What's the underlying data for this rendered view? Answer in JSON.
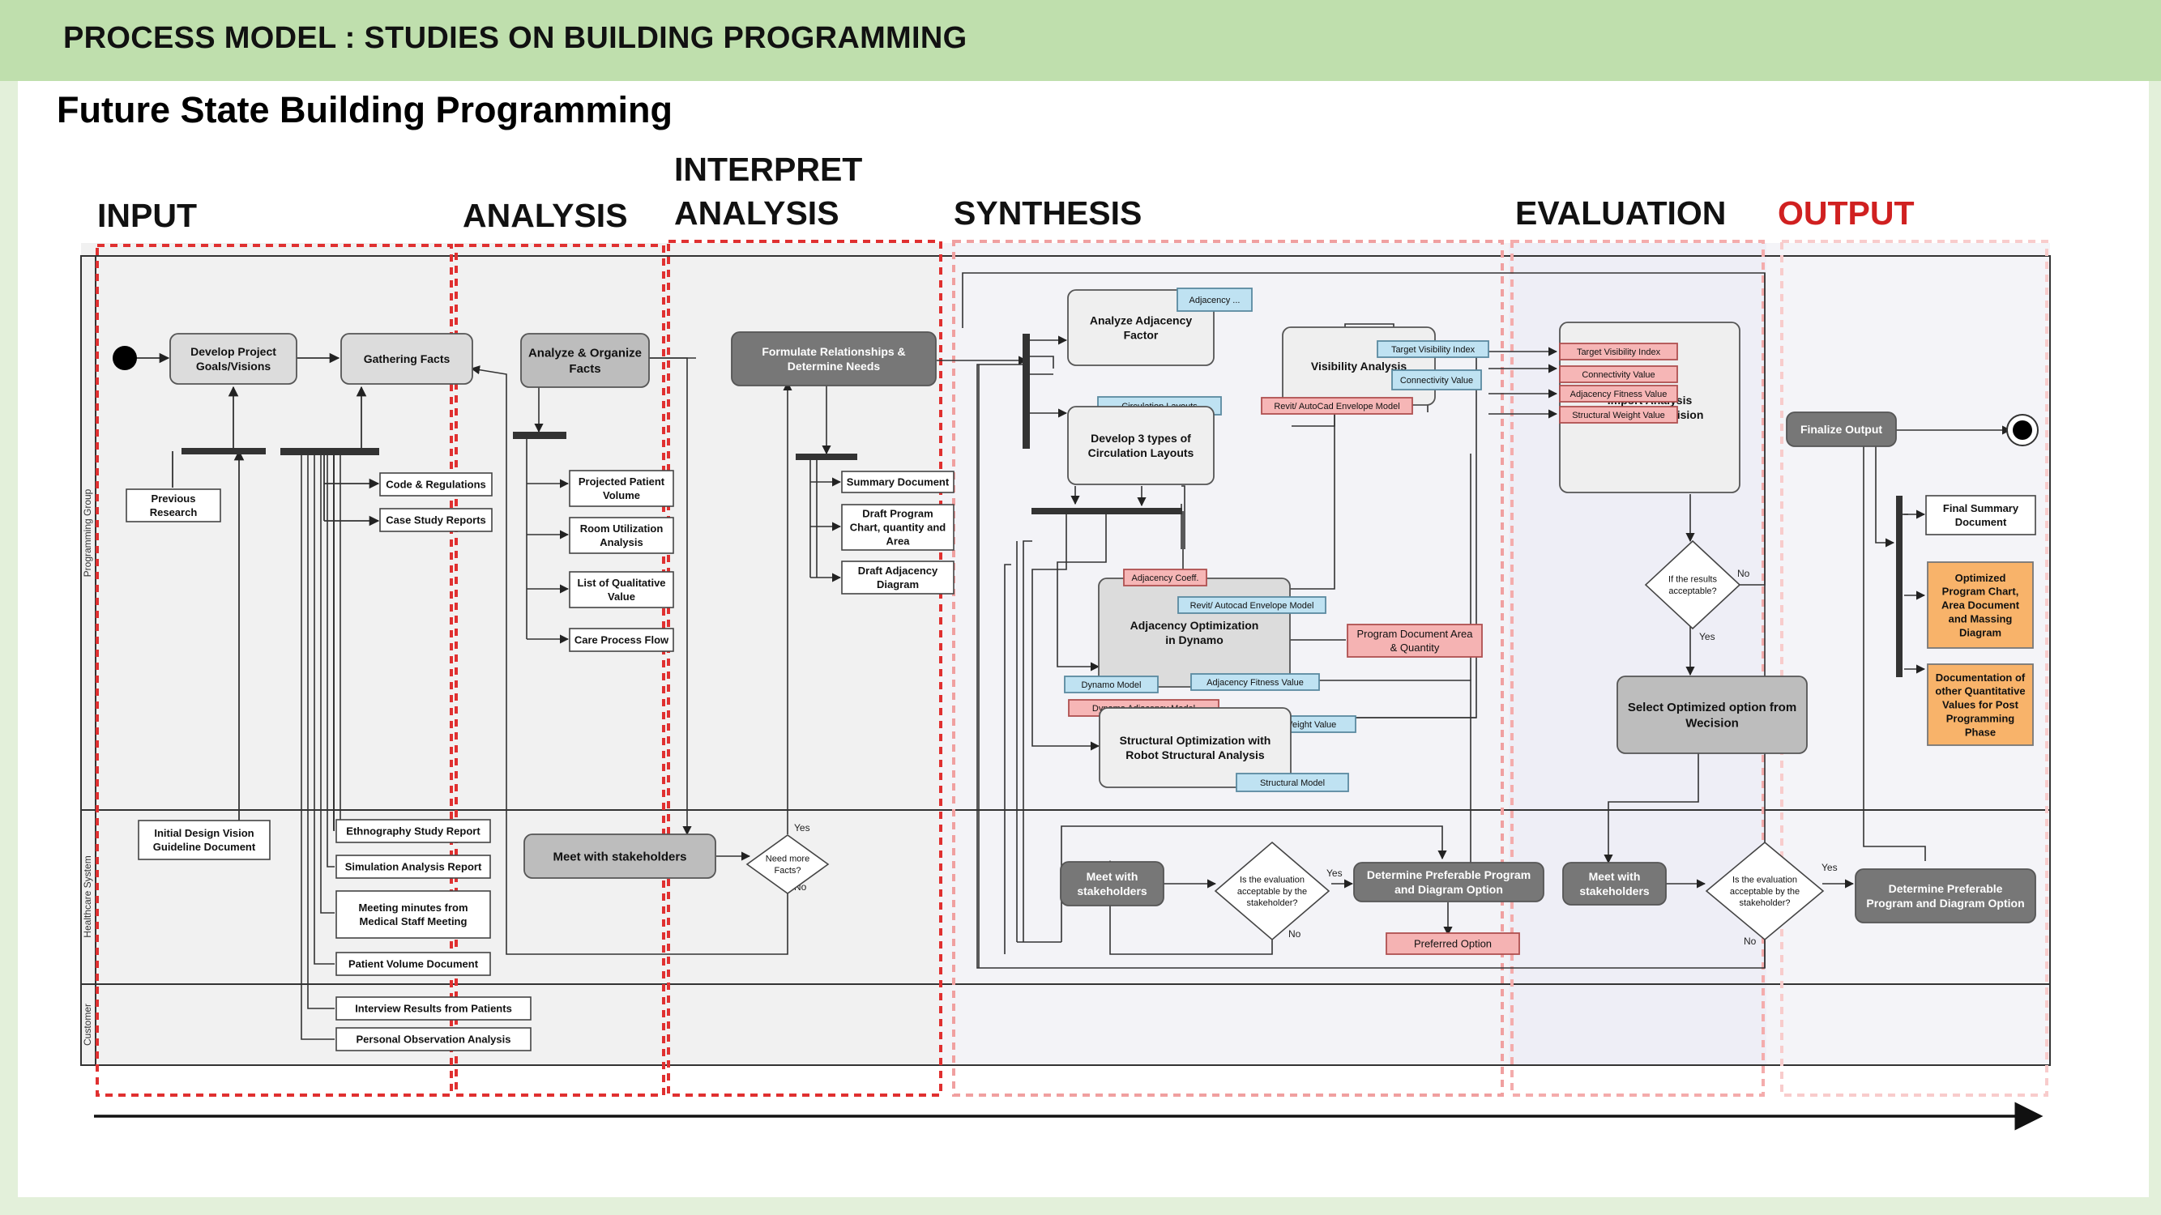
{
  "header": {
    "title": "PROCESS MODEL : STUDIES ON BUILDING PROGRAMMING"
  },
  "page_title": "Future State Building Programming",
  "phases": {
    "input": "INPUT",
    "analysis": "ANALYSIS",
    "interpret_1": "INTERPRET",
    "interpret_2": "ANALYSIS",
    "synthesis": "SYNTHESIS",
    "evaluation": "EVALUATION",
    "output": "OUTPUT"
  },
  "colors": {
    "header_bg": "#bfdfad",
    "output_red": "#d02020",
    "dashed_red": "#e03030",
    "dashed_pink": "#f3a3a3",
    "blue_tag": "#bfe2f2",
    "red_tag": "#f6b6b6",
    "orange_box": "#f8b36a"
  },
  "lanes": {
    "programming": "Programming Group",
    "healthcare": "Healthcare System",
    "customer": "Customer"
  },
  "nodes": {
    "develop_goals": [
      "Develop Project",
      "Goals/Visions"
    ],
    "gathering_facts": [
      "Gathering Facts"
    ],
    "previous_research": [
      "Previous",
      "Research"
    ],
    "code_regulations": [
      "Code & Regulations"
    ],
    "case_study": [
      "Case Study Reports"
    ],
    "analyze_organize": [
      "Analyze & Organize",
      "Facts"
    ],
    "projected_patient": [
      "Projected Patient",
      "Volume"
    ],
    "room_utilization": [
      "Room Utilization",
      "Analysis"
    ],
    "qualitative_value": [
      "List of Qualitative",
      "Value"
    ],
    "care_process": [
      "Care Process Flow"
    ],
    "formulate": [
      "Formulate Relationships &",
      "Determine Needs"
    ],
    "summary_doc": [
      "Summary Document"
    ],
    "draft_program": [
      "Draft Program",
      "Chart, quantity and",
      "Area"
    ],
    "draft_adjacency": [
      "Draft Adjacency",
      "Diagram"
    ],
    "analyze_adjacency": [
      "Analyze Adjacency",
      "Factor"
    ],
    "develop_layouts": [
      "Develop 3 types of",
      "Circulation Layouts"
    ],
    "visibility": [
      "Visibility Analysis"
    ],
    "adjacency_opt": [
      "Adjacency Optimization",
      "in Dynamo"
    ],
    "structural_opt": [
      "Structural Optimization with",
      "Robot Structural Analysis"
    ],
    "program_doc_area": [
      "Program Document Area",
      "& Quantity"
    ],
    "import_analysis": [
      "Import Analysis",
      "Results to Wecision"
    ],
    "results_acceptable": [
      "If the results",
      "acceptable?"
    ],
    "select_optimized": [
      "Select Optimized option from",
      "Wecision"
    ],
    "finalize_output": [
      "Finalize Output"
    ],
    "final_summary": [
      "Final Summary",
      "Document"
    ],
    "optimized_chart": [
      "Optimized",
      "Program Chart,",
      "Area Document",
      "and Massing",
      "Diagram"
    ],
    "documentation": [
      "Documentation of",
      "other Quantitative",
      "Values for Post",
      "Programming",
      "Phase"
    ],
    "initial_design": [
      "Initial Design Vision",
      "Guideline Document"
    ],
    "ethnography": [
      "Ethnography Study Report"
    ],
    "simulation": [
      "Simulation Analysis Report"
    ],
    "meeting_minutes": [
      "Meeting minutes from",
      "Medical Staff Meeting"
    ],
    "patient_volume": [
      "Patient Volume Document"
    ],
    "meet_stakeholders_1": [
      "Meet with stakeholders"
    ],
    "need_more_facts": [
      "Need more",
      "Facts?"
    ],
    "meet_stakeholders_2": [
      "Meet with",
      "stakeholders"
    ],
    "eval_acceptable_1": [
      "Is the evaluation",
      "acceptable by the",
      "stakeholder?"
    ],
    "determine_pref_1": [
      "Determine Preferable Program",
      "and Diagram Option"
    ],
    "preferred_option": [
      "Preferred Option"
    ],
    "meet_stakeholders_3": [
      "Meet with",
      "stakeholders"
    ],
    "eval_acceptable_2": [
      "Is the evaluation",
      "acceptable by the",
      "stakeholder?"
    ],
    "determine_pref_2": [
      "Determine Preferable",
      "Program and Diagram Option"
    ],
    "interview_results": [
      "Interview Results from Patients"
    ],
    "personal_observation": [
      "Personal Observation Analysis"
    ]
  },
  "tags": {
    "adjacency": "Adjacency ...",
    "circulation_layouts": "Circulation Layouts",
    "target_visibility_index": "Target Visibility Index",
    "connectivity_value": "Connectivity Value",
    "revit_envelope_1": "Revit/ AutoCad Envelope Model",
    "adjacency_coeff": "Adjacency Coeff.",
    "revit_envelope_2": "Revit/ Autocad Envelope Model",
    "dynamo_model": "Dynamo Model",
    "adjacency_fitness_value": "Adjacency Fitness Value",
    "dynamo_adjacency_model": "Dynamo Adjacency Model",
    "structural_weight_value": "Structural Weight Value",
    "structural_model": "Structural Model",
    "ev_target_visibility": "Target Visibility Index",
    "ev_connectivity": "Connectivity Value",
    "ev_adjacency_fitness": "Adjacency Fitness Value",
    "ev_structural_weight": "Structural Weight Value"
  },
  "labels": {
    "yes": "Yes",
    "no": "No"
  }
}
